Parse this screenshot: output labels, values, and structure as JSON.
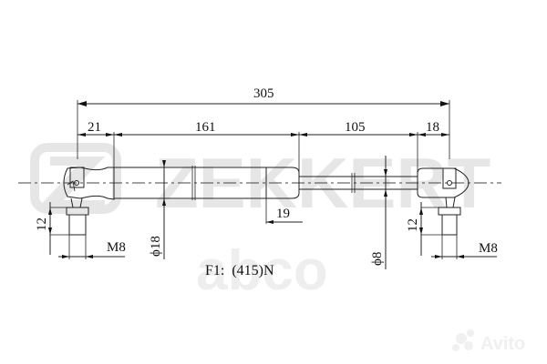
{
  "watermark": {
    "brand": "ZEKKERT",
    "site": "abco",
    "marketplace": "Avito"
  },
  "dimensions": {
    "overall_length": "305",
    "left_eye": "21",
    "body_length": "161",
    "rod_length": "105",
    "right_eye": "18",
    "body_end": "19",
    "body_diameter": "ϕ18",
    "rod_diameter": "ϕ8",
    "left_thread_height": "12",
    "left_thread": "M8",
    "right_thread_height": "12",
    "right_thread": "M8"
  },
  "force_label": "F1:  (415)N"
}
